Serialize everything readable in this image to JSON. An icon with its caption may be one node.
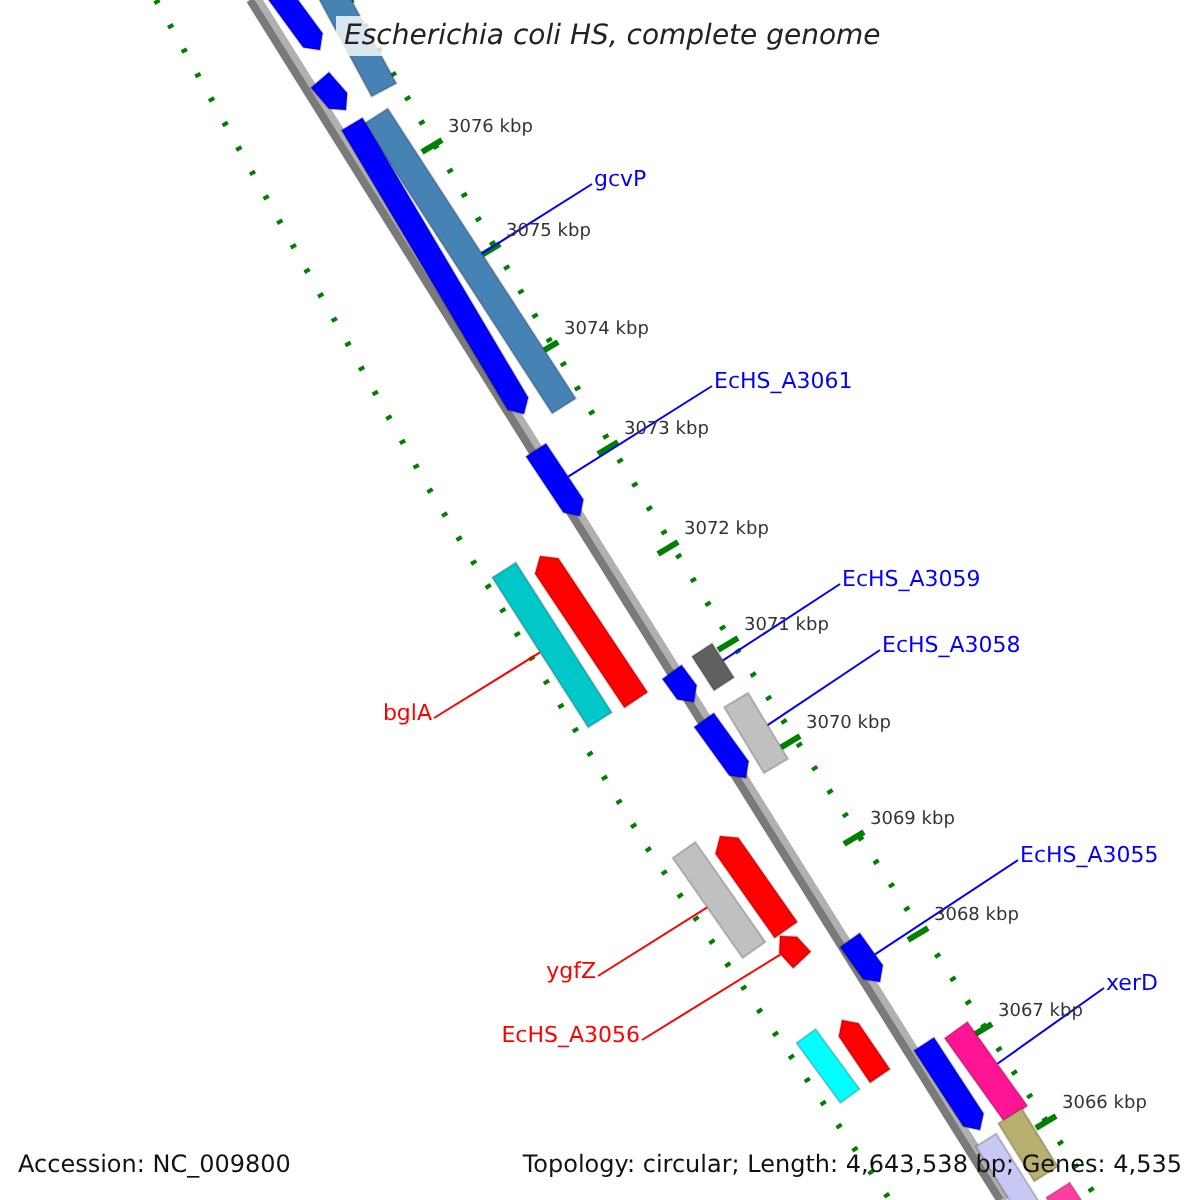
{
  "diagram": {
    "title": "Escherichia coli HS, complete genome",
    "nodes": [
      {
        "text": [
          "gcvP"
        ]
      },
      {
        "text": [
          "EcHS_A3061"
        ]
      },
      {
        "text": [
          "EcHS_A3059"
        ]
      },
      {
        "text": [
          "EcHS_A3058"
        ]
      },
      {
        "text": [
          "bglA"
        ]
      },
      {
        "text": [
          "EcHS_A3055"
        ]
      },
      {
        "text": [
          "ygfZ"
        ]
      },
      {
        "text": [
          "xerD"
        ]
      },
      {
        "text": [
          "EcHS_A3056"
        ]
      },
      {
        "text": [],
        "shape": "bar"
      },
      {
        "text": [],
        "shape": "bar"
      },
      {
        "text": [],
        "shape": "bar"
      },
      {
        "text": [],
        "shape": "bar"
      },
      {
        "text": [],
        "shape": "bar"
      },
      {
        "text": [],
        "shape": "bar"
      },
      {
        "text": [],
        "shape": "bar"
      },
      {
        "text": [],
        "shape": "bar"
      },
      {
        "text": [],
        "shape": "bar"
      },
      {
        "text": [],
        "shape": "bar"
      },
      {
        "text": [],
        "shape": "bar"
      },
      {
        "text": [],
        "shape": "bar"
      },
      {
        "text": [],
        "shape": "bar"
      },
      {
        "text": [],
        "shape": "bar"
      },
      {
        "text": [],
        "shape": "bar"
      },
      {
        "text": [],
        "shape": "bar"
      },
      {
        "text": [],
        "shape": "bar"
      },
      {
        "text": [],
        "shape": "bar"
      },
      {
        "text": [],
        "shape": "bar"
      },
      {
        "text": [],
        "shape": "bar"
      },
      {
        "text": [],
        "shape": "bar"
      },
      {
        "text": [],
        "shape": "bar"
      },
      {
        "text": [],
        "shape": "bar"
      }
    ],
    "edges": [
      {
        "from": 0,
        "to": 12,
        "arrow": "none"
      },
      {
        "from": 1,
        "to": 14,
        "arrow": "none"
      },
      {
        "from": 2,
        "to": 17,
        "arrow": "none"
      },
      {
        "from": 3,
        "to": 19,
        "arrow": "none"
      },
      {
        "from": 4,
        "to": 16,
        "arrow": "none",
        "color": "#ff0000"
      },
      {
        "from": 5,
        "to": 24,
        "arrow": "none"
      },
      {
        "from": 6,
        "to": 22,
        "arrow": "none",
        "color": "#ff0000"
      },
      {
        "from": 7,
        "to": 27,
        "arrow": "none"
      },
      {
        "from": 8,
        "to": 23,
        "arrow": "none",
        "color": "#ff0000"
      }
    ],
    "labels": [
      "3076 kbp",
      "3075 kbp",
      "3074 kbp",
      "3073 kbp",
      "3072 kbp",
      "3071 kbp",
      "3070 kbp",
      "3069 kbp",
      "3068 kbp",
      "3067 kbp",
      "3066 kbp",
      "Accession: NC_009800",
      "Topology: circular; Length: 4,643,538 bp; Genes: 4,535"
    ]
  }
}
